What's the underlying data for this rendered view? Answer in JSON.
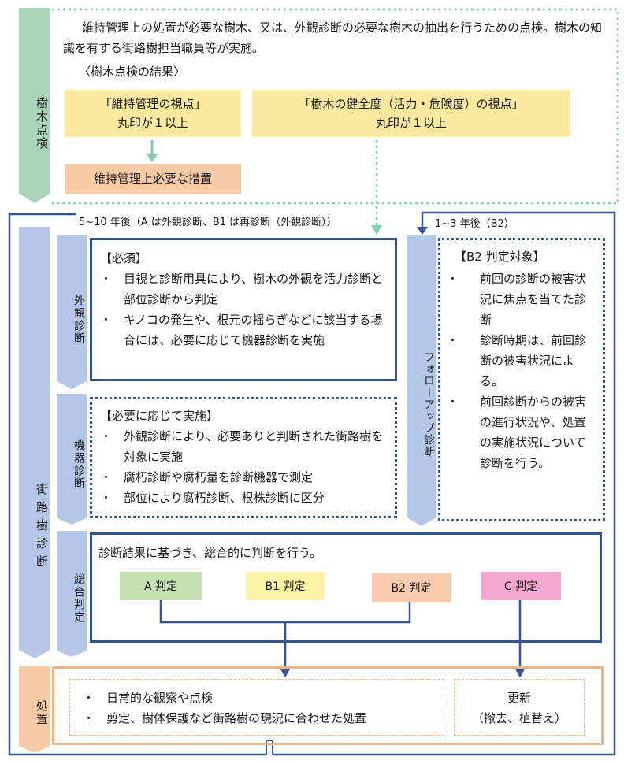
{
  "inspection": {
    "side_label": "樹木点検",
    "description": "維持管理上の処置が必要な樹木、又は、外観診断の必要な樹木の抽出を行うための点検。樹木の知識を有する街路樹担当職員等が実施。",
    "results_heading": "〈樹木点検の結果〉",
    "box_maintenance_line1": "「維持管理の視点」",
    "box_maintenance_line2": "丸印が１以上",
    "box_health_line1": "「樹木の健全度（活力・危険度）の視点」",
    "box_health_line2": "丸印が１以上",
    "box_measures": "維持管理上必要な措置"
  },
  "diagnosis": {
    "side_label": "街路樹診断",
    "interval_main": "5~10 年後（A は外観診断、B1 は再診断（外観診断））",
    "interval_followup": "1~3 年後（B2）",
    "visual": {
      "label": "外観診断",
      "heading": "【必須】",
      "items": [
        "目視と診断用具により、樹木の外観を活力診断と部位診断から判定",
        "キノコの発生や、根元の揺らぎなどに該当する場合には、必要に応じて機器診断を実施"
      ]
    },
    "instrument": {
      "label": "機器診断",
      "heading": "【必要に応じて実施】",
      "items": [
        "外観診断により、必要ありと判断された街路樹を対象に実施",
        "腐朽診断や腐朽量を診断機器で測定",
        "部位により腐朽診断、根株診断に区分"
      ]
    },
    "followup": {
      "label": "フォローアップ診断",
      "heading": "【B2 判定対象】",
      "items": [
        "前回の診断の被害状況に焦点を当てた診断",
        "診断時期は、前回診断の被害状況による。",
        "前回診断からの被害の進行状況や、処置の実施状況について診断を行う。"
      ]
    },
    "overall": {
      "label": "総合判定",
      "description": "診断結果に基づき、総合的に判断を行う。",
      "verdicts": {
        "a": "A 判定",
        "b1": "B1 判定",
        "b2": "B2 判定",
        "c": "C 判定"
      },
      "colors": {
        "a": "#c6e0b4",
        "b1": "#fdf2a3",
        "b2": "#f8cbad",
        "c": "#f4a6d0"
      }
    }
  },
  "treatment": {
    "side_label": "処置",
    "items": [
      "日常的な観察や点検",
      "剪定、樹体保護など街路樹の現況に合わせた処置"
    ],
    "renewal_title": "更新",
    "renewal_detail": "（撤去、植替え）"
  },
  "colors": {
    "green_bar": "#a9d4b8",
    "blue_bar": "#b4c7e7",
    "orange_bar": "#f8cba5",
    "yellow_box": "#fce9a0",
    "orange_box": "#f8cba5",
    "blue_line": "#2f5597",
    "teal_dash": "#7fcfb0"
  }
}
